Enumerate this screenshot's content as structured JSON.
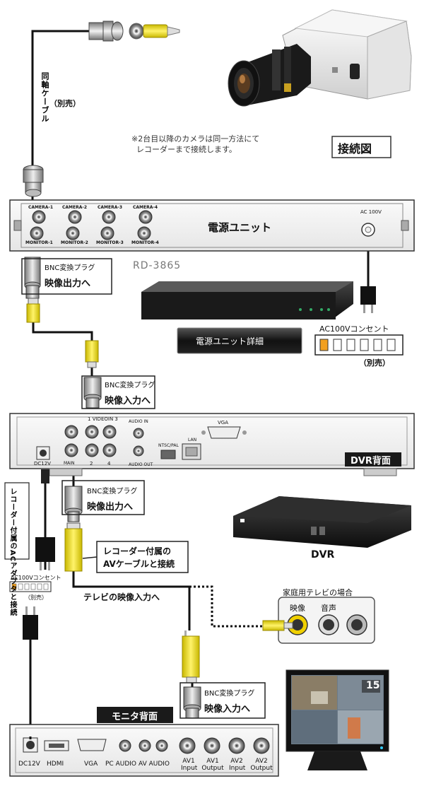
{
  "title": "接続図",
  "coax_cable": {
    "label": "同軸ケーブル",
    "sold_separately": "（別売）"
  },
  "note": {
    "line1": "※2台目以降のカメラは同一方法にて",
    "line2": "レコーダーまで接続します。"
  },
  "power_unit": {
    "title": "電源ユニット",
    "ac_label": "AC 100V",
    "model": "RD-3865",
    "detail_button": "電源ユニット詳細",
    "camera_ports": [
      "CAMERA-1",
      "CAMERA-2",
      "CAMERA-3",
      "CAMERA-4"
    ],
    "monitor_ports": [
      "MONITOR-1",
      "MONITOR-2",
      "MONITOR-3",
      "MONITOR-4"
    ]
  },
  "bnc_plug": "BNC変換プラグ",
  "video_output": "映像出力へ",
  "video_input": "映像入力へ",
  "outlet_top": {
    "label": "AC100Vコンセント",
    "note": "（別売）"
  },
  "dvr": {
    "title": "DVR背面",
    "name": "DVR",
    "dc_label": "DC12V",
    "audio_in": "AUDIO IN",
    "audio_out": "AUDIO OUT",
    "vga": "VGA",
    "lan": "LAN",
    "ntsc_pal": "NTSC/PAL",
    "video_in": "VIDEOIN",
    "in_nums": [
      "1",
      "3"
    ],
    "main": "MAIN",
    "out_nums": [
      "2",
      "4"
    ]
  },
  "ac_adapter": "レコーダー付属のACアダプタと接続",
  "outlet_small": {
    "label": "AC100Vコンセント",
    "note": "（別売）"
  },
  "av_cable": {
    "line1": "レコーダー付属の",
    "line2": "AVケーブルと接続"
  },
  "tv_input": "テレビの映像入力へ",
  "home_tv": {
    "title": "家庭用テレビの場合",
    "video": "映像",
    "audio": "音声"
  },
  "monitor": {
    "title": "モニタ背面",
    "screen_badge": "15",
    "ports": [
      {
        "l1": "DC12V",
        "l2": ""
      },
      {
        "l1": "HDMI",
        "l2": ""
      },
      {
        "l1": "VGA",
        "l2": ""
      },
      {
        "l1": "PC AUDIO",
        "l2": ""
      },
      {
        "l1": "AV AUDIO",
        "l2": ""
      },
      {
        "l1": "AV1",
        "l2": "Input"
      },
      {
        "l1": "AV1",
        "l2": "Output"
      },
      {
        "l1": "AV2",
        "l2": "Input"
      },
      {
        "l1": "AV2",
        "l2": "Output"
      }
    ]
  }
}
